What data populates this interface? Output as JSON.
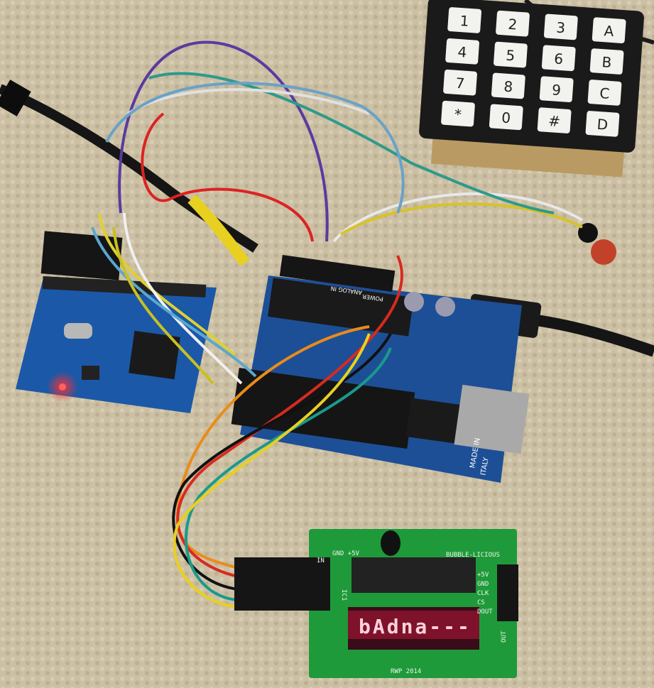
{
  "colors": {
    "carpet": "#cbbfa4",
    "arduino_board": "#1d4f96",
    "breakout_board": "#1b58a8",
    "bubble_board": "#1f9a3a",
    "keypad_frame": "#1a1a1a",
    "led_glow": "#ff2050"
  },
  "keypad": {
    "keys": [
      "1",
      "2",
      "3",
      "A",
      "4",
      "5",
      "6",
      "B",
      "7",
      "8",
      "9",
      "C",
      "*",
      "0",
      "#",
      "D"
    ]
  },
  "arduino": {
    "analog_label": "ANALOG IN",
    "power_label": "POWER",
    "made_in": "MADE IN",
    "italy": "ITALY"
  },
  "bubble_board": {
    "title": "BUBBLE-LICIOUS",
    "gnd_5v": "GND +5V",
    "in_label": "IN",
    "out_label": "OUT",
    "ic_label": "IC1",
    "pins": [
      "+5V",
      "GND",
      "CLK",
      "CS",
      "DOUT"
    ],
    "credit": "RWP 2014",
    "display_text": "bAdna---"
  }
}
